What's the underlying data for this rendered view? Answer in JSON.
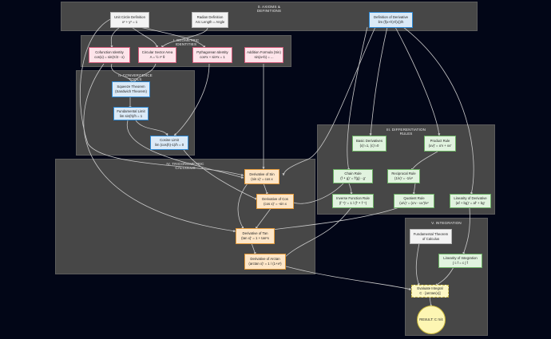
{
  "clusters": {
    "axioms": "0. AXIOMS &\nDEFINITIONS",
    "geometric": "I. GEOMETRIC\nIDENTITIES",
    "convergence": "II. CONVERGENCE\nTOOLS",
    "differentiation": "III. DIFFERENTIATION\nRULES",
    "trigonometric": "IV. TRIGONOMETRIC\nCALCULUS",
    "integration": "V. INTEGRATION"
  },
  "nodes": {
    "unit_circle": [
      "Unit Circle Definition",
      "x² + y² = 1"
    ],
    "radian": [
      "Radian Definition",
      "Arc Length = Angle"
    ],
    "derivative_def": [
      "Definition of Derivative",
      "lim (f(x+h)-f(x))/h"
    ],
    "cofunction": [
      "Cofunction Identity",
      "cos(x) = sin(π/2 - x)"
    ],
    "sector_area": [
      "Circular Sector Area",
      "A = ½ r² θ"
    ],
    "pythagorean": [
      "Pythagorean Identity",
      "cos²x + sin²x = 1"
    ],
    "addition": [
      "Addition Formula (Sin)",
      "sin(a+b) = ..."
    ],
    "squeeze": [
      "Squeeze Theorem",
      "(Sandwich Theorem)"
    ],
    "fund_limit": [
      "Fundamental Limit",
      "lim sin(h)/h = 1"
    ],
    "cosine_limit": [
      "Cosine Limit",
      "lim (cos(h)-1)/h = 0"
    ],
    "basic_deriv": [
      "Basic Derivatives",
      "(x)'=1, (c)'=0"
    ],
    "product_rule": [
      "Product Rule",
      "(uv)' = u'v + uv'"
    ],
    "chain_rule": [
      "Chain Rule",
      "(f ∘ g)' = f'(g) · g'"
    ],
    "reciprocal_rule": [
      "Reciprocal Rule",
      "(1/v)' = -1/v²"
    ],
    "inverse_rule": [
      "Inverse Function Rule",
      "(f⁻¹)' = 1 / (f' ∘ f⁻¹)"
    ],
    "quotient_rule": [
      "Quotient Rule",
      "(u/v)' = (u'v - uv')/v²"
    ],
    "linearity_deriv": [
      "Linearity of Derivative",
      "(af + bg)' = af' + bg'"
    ],
    "deriv_sin": [
      "Derivative of Sin",
      "(sin x)' = cos x"
    ],
    "deriv_cos": [
      "Derivative of Cos",
      "(cos x)' = -sin x"
    ],
    "deriv_tan": [
      "Derivative of Tan",
      "(tan x)' = 1 + tan²x"
    ],
    "deriv_arctan": [
      "Derivative of Arctan",
      "(arctan x)' = 1 / (1+x²)"
    ],
    "ftc": [
      "Fundamental Theorem",
      "of Calculus"
    ],
    "linearity_int": [
      "Linearity of Integration",
      "∫ c f = c ∫ f"
    ],
    "evaluate": [
      "Evaluate Integral",
      "C · [arctan(x)]"
    ],
    "result": [
      "RESULT: C π/4"
    ]
  }
}
